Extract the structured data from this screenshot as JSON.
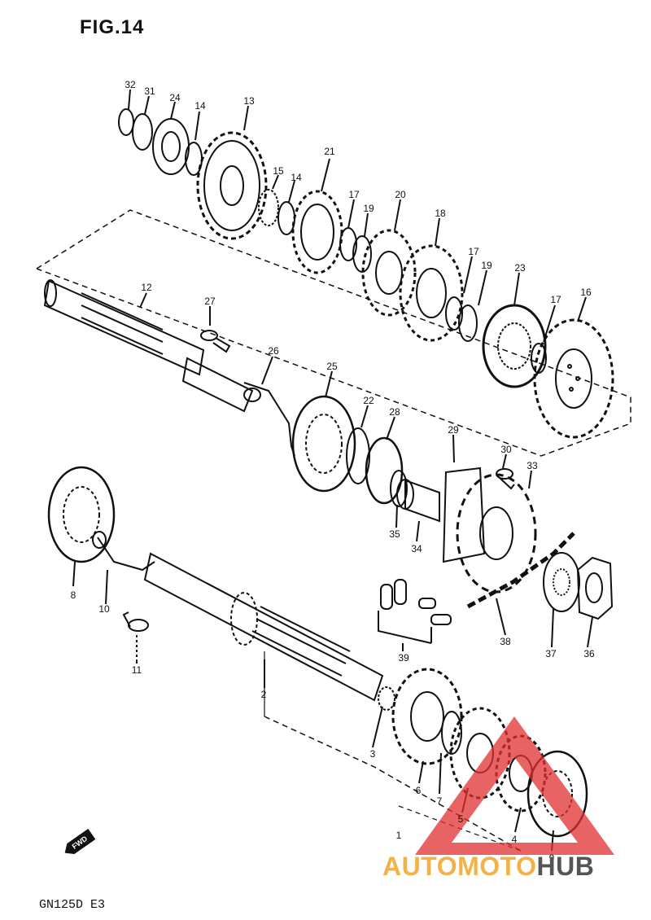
{
  "figure_title": "FIG.14",
  "model_code": "GN125D  E3",
  "fwd_badge": "FWD",
  "watermark": {
    "part1": "AUTO",
    "part2": "MOTO",
    "part3": "HUB",
    "accent_color": "#f2b24a",
    "triangle_color": "#e03030"
  },
  "part_labels": [
    "32",
    "31",
    "24",
    "14",
    "13",
    "21",
    "15",
    "14",
    "17",
    "19",
    "20",
    "18",
    "17",
    "19",
    "23",
    "17",
    "16",
    "12",
    "27",
    "26",
    "25",
    "22",
    "28",
    "29",
    "30",
    "33",
    "35",
    "34",
    "8",
    "10",
    "11",
    "39",
    "38",
    "37",
    "36",
    "2",
    "3",
    "6",
    "7",
    "5",
    "4",
    "9",
    "1"
  ]
}
